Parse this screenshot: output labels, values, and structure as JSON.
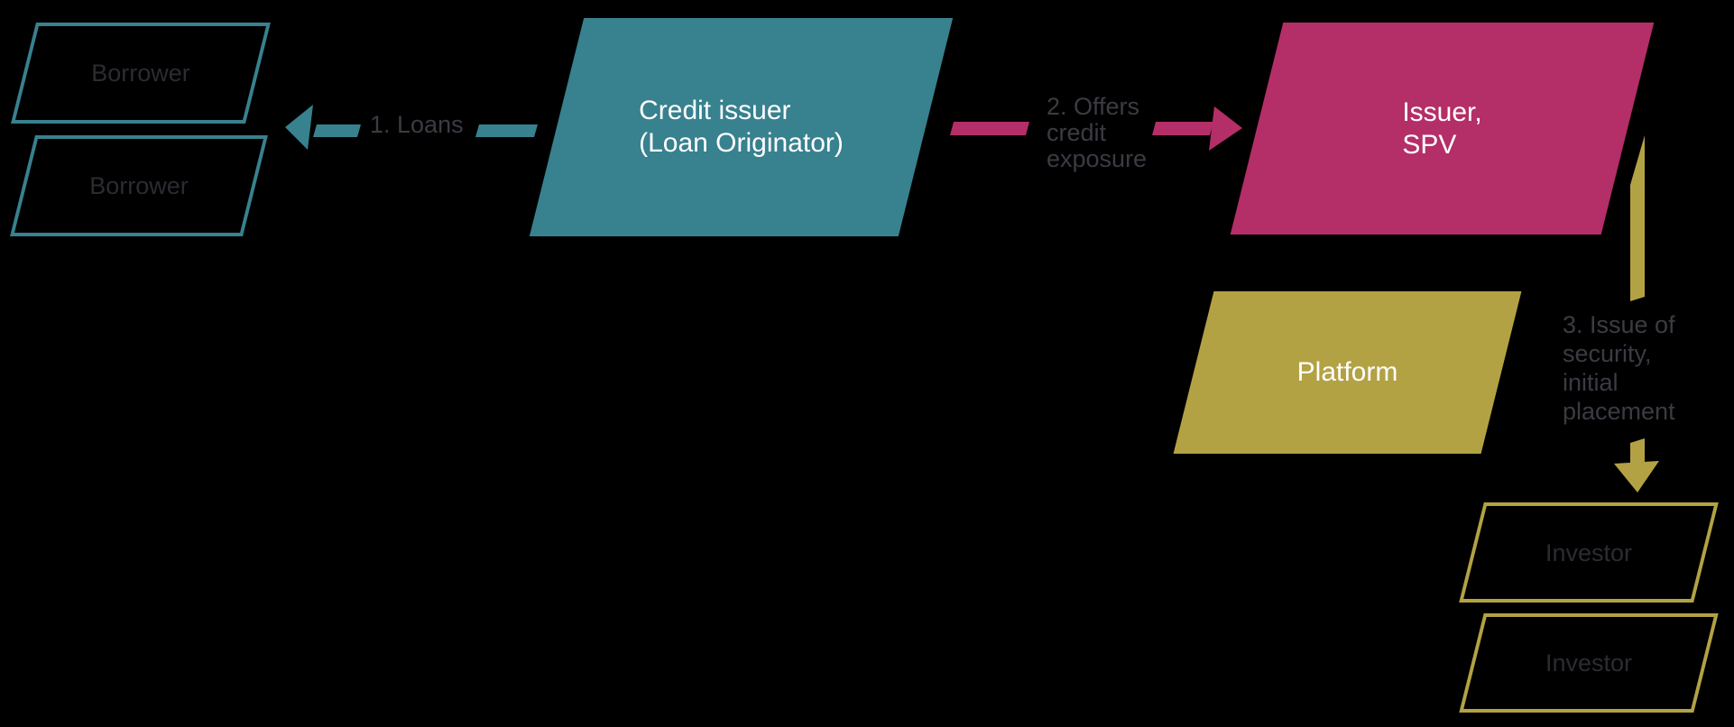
{
  "diagram": {
    "background": "#000000",
    "colors": {
      "teal": "#38818F",
      "pink": "#B42E68",
      "yellow": "#B3A244",
      "arrow_label_text": "#3B3B43",
      "outline_node_text": "#2B2B32",
      "filled_node_text": "#FFFFFF"
    },
    "nodes": [
      {
        "id": "borrower-1",
        "label": "Borrower",
        "style": "teal-outline"
      },
      {
        "id": "borrower-2",
        "label": "Borrower",
        "style": "teal-outline"
      },
      {
        "id": "credit-issuer",
        "label": "Credit issuer\n(Loan Originator)",
        "style": "teal-filled"
      },
      {
        "id": "issuer-spv",
        "label": "Issuer,\nSPV",
        "style": "pink-filled"
      },
      {
        "id": "platform",
        "label": "Platform",
        "style": "yellow-filled"
      },
      {
        "id": "investor-1",
        "label": "Investor",
        "style": "yellow-outline"
      },
      {
        "id": "investor-2",
        "label": "Investor",
        "style": "yellow-outline"
      }
    ],
    "flows": [
      {
        "id": "loans",
        "label": "1. Loans",
        "from": "credit-issuer",
        "to": "borrowers",
        "direction": "left",
        "color": "#38818F"
      },
      {
        "id": "offers-credit-exposure",
        "label": "2. Offers\ncredit\nexposure",
        "from": "credit-issuer",
        "to": "issuer-spv",
        "direction": "right",
        "color": "#B42E68"
      },
      {
        "id": "issue-of-security",
        "label": "3. Issue of\nsecurity,\ninitial\nplacement",
        "from": "issuer-spv",
        "to": "investors",
        "direction": "down",
        "color": "#B3A244"
      }
    ]
  }
}
